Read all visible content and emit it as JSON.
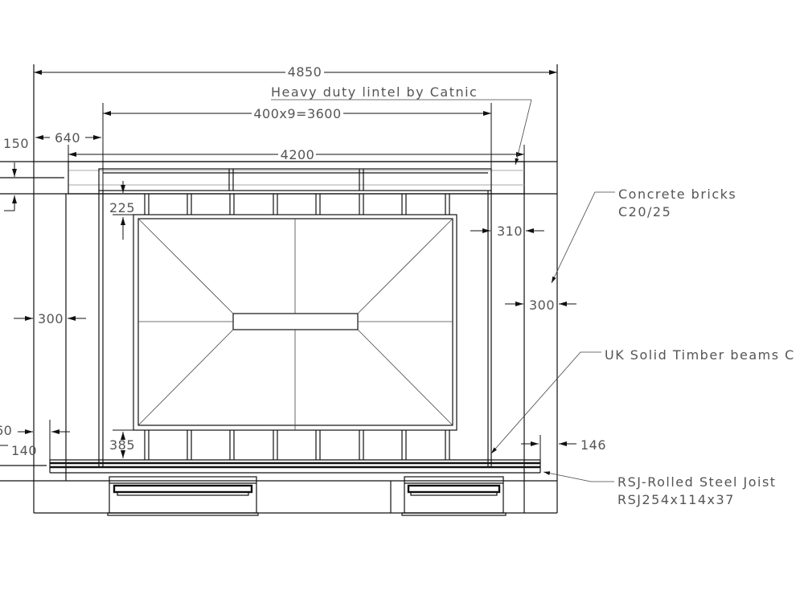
{
  "drawing": {
    "dimensions": {
      "overall_width": "4850",
      "joist_spacing": "400x9=3600",
      "left_offset": "640",
      "lintel_width": "4200",
      "lintel_height": "150",
      "top_gap": "225",
      "right_gap": "310",
      "left_pier": "300",
      "right_pier": "300",
      "left_bottom_a": "60",
      "left_bottom_b": "140",
      "bottom_gap": "385",
      "right_bottom": "146"
    },
    "annotations": {
      "lintel": "Heavy duty lintel by Catnic",
      "bricks_line1": "Concrete bricks",
      "bricks_line2": "C20/25",
      "timber": "UK Solid Timber beams C",
      "rsj_line1": "RSJ-Rolled Steel Joist",
      "rsj_line2": "RSJ254x114x37"
    }
  }
}
